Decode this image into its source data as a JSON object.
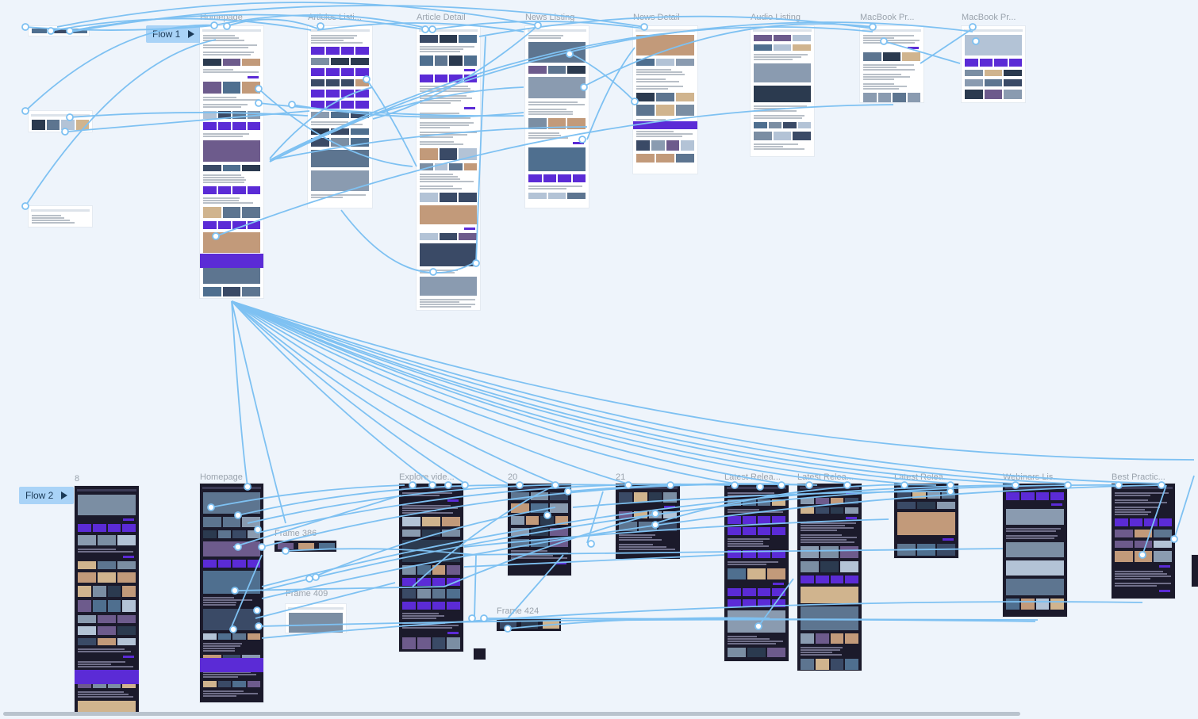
{
  "canvas": {
    "flows": [
      {
        "id": "flow1",
        "label": "Flow 1"
      },
      {
        "id": "flow2",
        "label": "Flow 2"
      }
    ],
    "frames_top": [
      {
        "id": "homepage-top",
        "label": "Homepage",
        "theme": "light"
      },
      {
        "id": "articles-listing",
        "label": "Articles Listi...",
        "theme": "light"
      },
      {
        "id": "article-detail",
        "label": "Article Detail",
        "theme": "light"
      },
      {
        "id": "news-listing",
        "label": "News Listing",
        "theme": "light"
      },
      {
        "id": "news-detail",
        "label": "News Detail",
        "theme": "light"
      },
      {
        "id": "audio-listing",
        "label": "Audio Listing",
        "theme": "light"
      },
      {
        "id": "macbook-1",
        "label": "MacBook Pr...",
        "theme": "light"
      },
      {
        "id": "macbook-2",
        "label": "MacBook Pr...",
        "theme": "light"
      }
    ],
    "frames_bottom": [
      {
        "id": "frame-8",
        "label": "8",
        "theme": "dark"
      },
      {
        "id": "homepage-bottom",
        "label": "Homepage",
        "theme": "dark"
      },
      {
        "id": "frame-386",
        "label": "Frame 386",
        "theme": "dark"
      },
      {
        "id": "frame-409",
        "label": "Frame 409",
        "theme": "dark"
      },
      {
        "id": "explore-video",
        "label": "Explore vide...",
        "theme": "dark"
      },
      {
        "id": "frame-20",
        "label": "20",
        "theme": "dark"
      },
      {
        "id": "frame-21",
        "label": "21",
        "theme": "dark"
      },
      {
        "id": "frame-424",
        "label": "Frame 424",
        "theme": "dark"
      },
      {
        "id": "latest-1",
        "label": "Latest Relea...",
        "theme": "dark"
      },
      {
        "id": "latest-2",
        "label": "Latest Relea...",
        "theme": "dark"
      },
      {
        "id": "latest-3",
        "label": "Latest Relea...",
        "theme": "dark"
      },
      {
        "id": "webinars",
        "label": "Webinars Lis...",
        "theme": "dark"
      },
      {
        "id": "best-practices",
        "label": "Best Practic...",
        "theme": "dark"
      }
    ]
  },
  "colors": {
    "canvas_bg": "#eef4fb",
    "wire": "#7ec1f2",
    "node_fill": "#ffffff",
    "accent_purple": "#5b2bd6",
    "flow_tag_bg": "#a9d3f7",
    "dark_frame_bg": "#1b1a2b"
  }
}
